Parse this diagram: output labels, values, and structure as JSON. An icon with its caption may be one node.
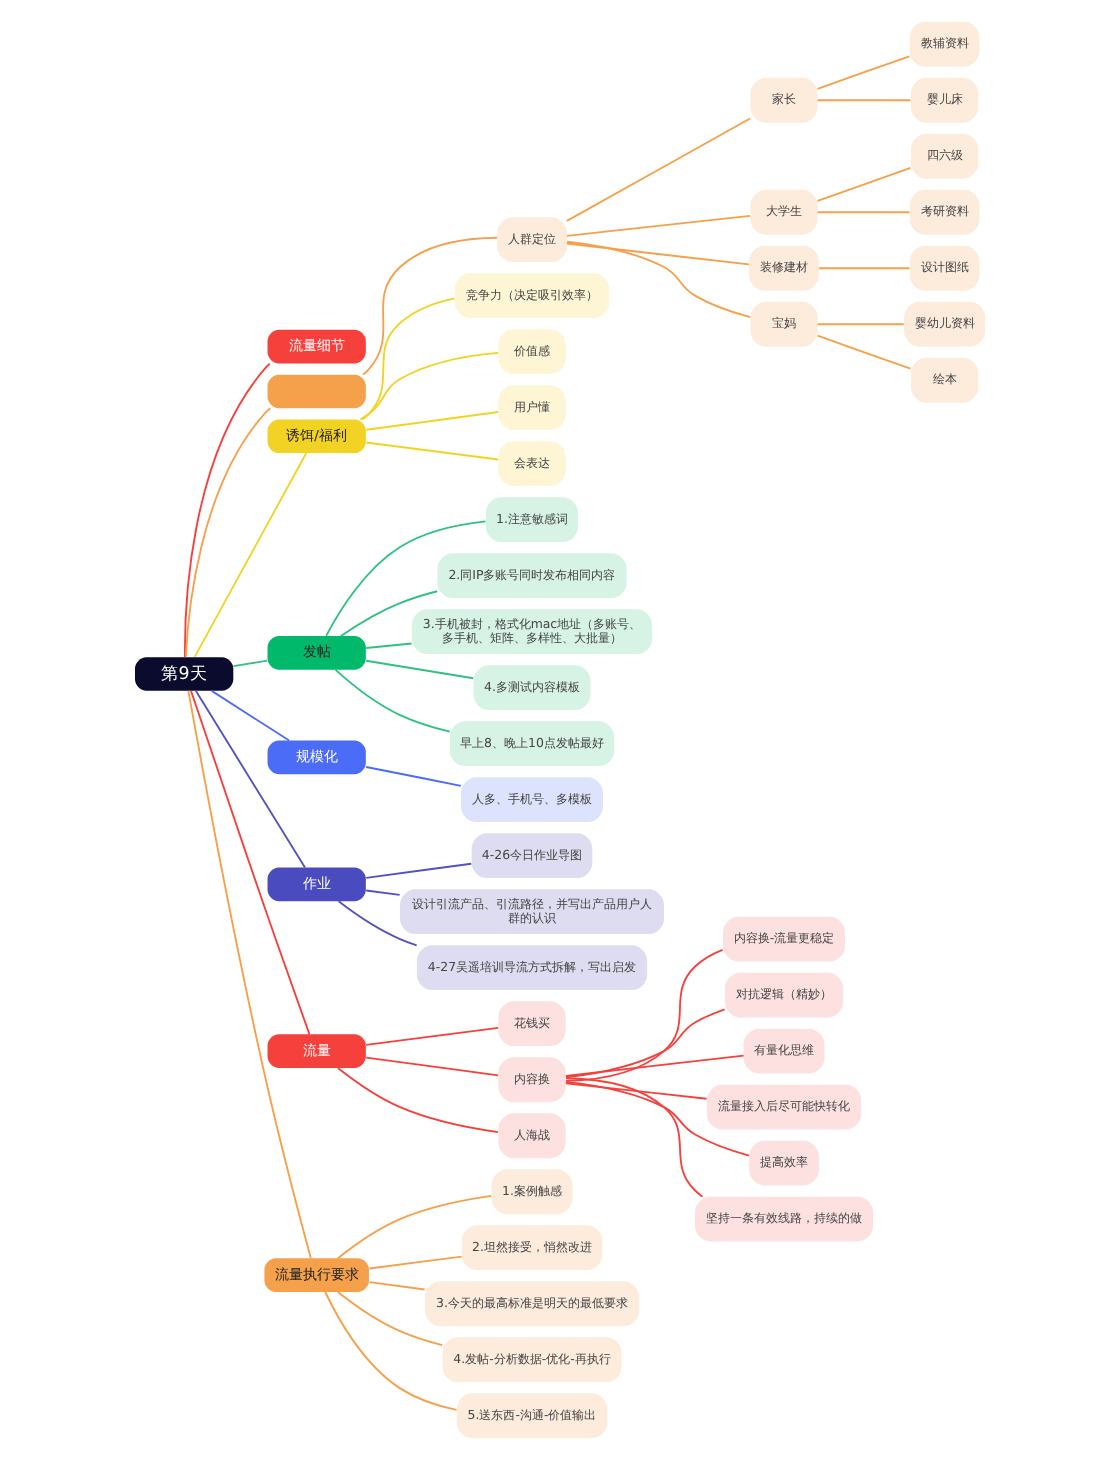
{
  "diagram": {
    "nodes": [
      {
        "text": [
          "第9天"
        ]
      },
      {
        "text": [
          "流量细节"
        ]
      },
      {
        "text": [],
        "shape": "box"
      },
      {
        "text": [
          "人群定位"
        ]
      },
      {
        "text": [
          "家长"
        ]
      },
      {
        "text": [
          "教辅资料"
        ]
      },
      {
        "text": [
          "婴儿床"
        ]
      },
      {
        "text": [
          "大学生"
        ]
      },
      {
        "text": [
          "四六级"
        ]
      },
      {
        "text": [
          "考研资料"
        ]
      },
      {
        "text": [
          "装修建材"
        ]
      },
      {
        "text": [
          "设计图纸"
        ]
      },
      {
        "text": [
          "宝妈"
        ]
      },
      {
        "text": [
          "婴幼儿资料"
        ]
      },
      {
        "text": [
          "绘本"
        ]
      },
      {
        "text": [
          "诱饵/福利"
        ]
      },
      {
        "text": [
          "竞争力（决定吸引效率）"
        ]
      },
      {
        "text": [
          "价值感"
        ]
      },
      {
        "text": [
          "用户懂"
        ]
      },
      {
        "text": [
          "会表达"
        ]
      },
      {
        "text": [
          "发帖"
        ]
      },
      {
        "text": [
          "1.注意敏感词"
        ]
      },
      {
        "text": [
          "2.同IP多账号同时发布相同内容"
        ]
      },
      {
        "text": [
          "3.手机被封，格式化mac地址（多账号、多手机、矩阵、多样性、大批量）"
        ]
      },
      {
        "text": [
          "4.多测试内容模板"
        ]
      },
      {
        "text": [
          "早上8、晚上10点发帖最好"
        ]
      },
      {
        "text": [
          "规模化"
        ]
      },
      {
        "text": [
          "人多、手机号、多模板"
        ]
      },
      {
        "text": [
          "作业"
        ]
      },
      {
        "text": [
          "4-26今日作业导图"
        ]
      },
      {
        "text": [
          "设计引流产品、引流路径，并写出产品用户人群的认识"
        ]
      },
      {
        "text": [
          "4-27吴遥培训导流方式拆解，写出启发"
        ]
      },
      {
        "text": [
          "流量"
        ]
      },
      {
        "text": [
          "花钱买"
        ]
      },
      {
        "text": [
          "内容换"
        ]
      },
      {
        "text": [
          "内容换-流量更稳定"
        ]
      },
      {
        "text": [
          "对抗逻辑（精妙）"
        ]
      },
      {
        "text": [
          "有量化思维"
        ]
      },
      {
        "text": [
          "流量接入后尽可能快转化"
        ]
      },
      {
        "text": [
          "提高效率"
        ]
      },
      {
        "text": [
          "坚持一条有效线路，持续的做"
        ]
      },
      {
        "text": [
          "人海战"
        ]
      },
      {
        "text": [
          "流量执行要求"
        ]
      },
      {
        "text": [
          "1.案例触感"
        ]
      },
      {
        "text": [
          "2.坦然接受，悄然改进"
        ]
      },
      {
        "text": [
          "3.今天的最高标准是明天的最低要求"
        ]
      },
      {
        "text": [
          "4.发帖-分析数据-优化-再执行"
        ]
      },
      {
        "text": [
          "5.送东西-沟通-价值输出"
        ]
      }
    ],
    "edges": [
      {
        "from": 0,
        "to": 1,
        "arrow": "none",
        "color": "#f5403c"
      },
      {
        "from": 0,
        "to": 2,
        "arrow": "none",
        "color": "#f5a04a"
      },
      {
        "from": 2,
        "to": 3,
        "arrow": "none",
        "color": "#f5a04a"
      },
      {
        "from": 3,
        "to": 4,
        "arrow": "none",
        "color": "#f5a04a"
      },
      {
        "from": 4,
        "to": 5,
        "arrow": "none",
        "color": "#f5a04a"
      },
      {
        "from": 4,
        "to": 6,
        "arrow": "none",
        "color": "#f5a04a"
      },
      {
        "from": 3,
        "to": 7,
        "arrow": "none",
        "color": "#f5a04a"
      },
      {
        "from": 7,
        "to": 8,
        "arrow": "none",
        "color": "#f5a04a"
      },
      {
        "from": 7,
        "to": 9,
        "arrow": "none",
        "color": "#f5a04a"
      },
      {
        "from": 3,
        "to": 10,
        "arrow": "none",
        "color": "#f5a04a"
      },
      {
        "from": 10,
        "to": 11,
        "arrow": "none",
        "color": "#f5a04a"
      },
      {
        "from": 3,
        "to": 12,
        "arrow": "none",
        "color": "#f5a04a"
      },
      {
        "from": 12,
        "to": 13,
        "arrow": "none",
        "color": "#f5a04a"
      },
      {
        "from": 12,
        "to": 14,
        "arrow": "none",
        "color": "#f5a04a"
      },
      {
        "from": 0,
        "to": 15,
        "arrow": "none",
        "color": "#f2d323"
      },
      {
        "from": 15,
        "to": 16,
        "arrow": "none",
        "color": "#f2d323"
      },
      {
        "from": 15,
        "to": 17,
        "arrow": "none",
        "color": "#f2d323"
      },
      {
        "from": 15,
        "to": 18,
        "arrow": "none",
        "color": "#f2d323"
      },
      {
        "from": 15,
        "to": 19,
        "arrow": "none",
        "color": "#f2d323"
      },
      {
        "from": 0,
        "to": 20,
        "arrow": "none",
        "color": "#2ec27e"
      },
      {
        "from": 20,
        "to": 21,
        "arrow": "none",
        "color": "#2ec27e"
      },
      {
        "from": 20,
        "to": 22,
        "arrow": "none",
        "color": "#2ec27e"
      },
      {
        "from": 20,
        "to": 23,
        "arrow": "none",
        "color": "#2ec27e"
      },
      {
        "from": 20,
        "to": 24,
        "arrow": "none",
        "color": "#2ec27e"
      },
      {
        "from": 20,
        "to": 25,
        "arrow": "none",
        "color": "#2ec27e"
      },
      {
        "from": 0,
        "to": 26,
        "arrow": "none",
        "color": "#4a6cf7"
      },
      {
        "from": 26,
        "to": 27,
        "arrow": "none",
        "color": "#4a6cf7"
      },
      {
        "from": 0,
        "to": 28,
        "arrow": "none",
        "color": "#5252c0"
      },
      {
        "from": 28,
        "to": 29,
        "arrow": "none",
        "color": "#5252c0"
      },
      {
        "from": 28,
        "to": 30,
        "arrow": "none",
        "color": "#5252c0"
      },
      {
        "from": 28,
        "to": 31,
        "arrow": "none",
        "color": "#5252c0"
      },
      {
        "from": 0,
        "to": 32,
        "arrow": "none",
        "color": "#f5403c"
      },
      {
        "from": 32,
        "to": 33,
        "arrow": "none",
        "color": "#f5403c"
      },
      {
        "from": 32,
        "to": 34,
        "arrow": "none",
        "color": "#f5403c"
      },
      {
        "from": 34,
        "to": 35,
        "arrow": "none",
        "color": "#f5403c"
      },
      {
        "from": 34,
        "to": 36,
        "arrow": "none",
        "color": "#f5403c"
      },
      {
        "from": 34,
        "to": 37,
        "arrow": "none",
        "color": "#f5403c"
      },
      {
        "from": 34,
        "to": 38,
        "arrow": "none",
        "color": "#f5403c"
      },
      {
        "from": 34,
        "to": 39,
        "arrow": "none",
        "color": "#f5403c"
      },
      {
        "from": 34,
        "to": 40,
        "arrow": "none",
        "color": "#f5403c"
      },
      {
        "from": 32,
        "to": 41,
        "arrow": "none",
        "color": "#f5403c"
      },
      {
        "from": 0,
        "to": 42,
        "arrow": "none",
        "color": "#f5a04a"
      },
      {
        "from": 42,
        "to": 43,
        "arrow": "none",
        "color": "#f5a04a"
      },
      {
        "from": 42,
        "to": 44,
        "arrow": "none",
        "color": "#f5a04a"
      },
      {
        "from": 42,
        "to": 45,
        "arrow": "none",
        "color": "#f5a04a"
      },
      {
        "from": 42,
        "to": 46,
        "arrow": "none",
        "color": "#f5a04a"
      },
      {
        "from": 42,
        "to": 47,
        "arrow": "none",
        "color": "#f5a04a"
      }
    ]
  }
}
